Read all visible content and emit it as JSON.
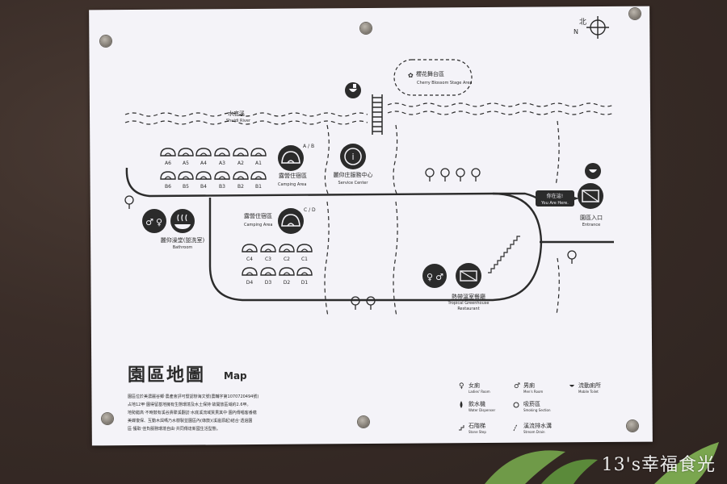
{
  "north": {
    "label": "北",
    "letter": "N"
  },
  "cherry": {
    "zh": "櫻花舞台區",
    "en": "Cherry Blossom Stage Area"
  },
  "river": {
    "zh": "水底溪",
    "en": "Shuidi River"
  },
  "camp_ab": {
    "zh": "露營住宿區",
    "en": "Camping Area",
    "tag": "A / B"
  },
  "camp_cd": {
    "zh": "露營住宿區",
    "en": "Camping Area",
    "tag": "C / D"
  },
  "service": {
    "zh": "麗仰庄服務中心",
    "en": "Service Center"
  },
  "bathroom": {
    "zh": "麗仰澡堂(盥洗室)",
    "en": "Bathroom"
  },
  "here": {
    "zh": "你在這!",
    "en": "You Are Here."
  },
  "entrance": {
    "zh": "園區入口",
    "en": "Entrance"
  },
  "restaurant": {
    "zh": "熱帶溫室餐廳",
    "en": "Tropical Greenhouse Restaurant",
    "en1": "Tropical Greenhouse",
    "en2": "Restaurant"
  },
  "sites_a": [
    "A6",
    "A5",
    "A4",
    "A3",
    "A2",
    "A1"
  ],
  "sites_b": [
    "B6",
    "B5",
    "B4",
    "B3",
    "B2",
    "B1"
  ],
  "sites_c": [
    "C4",
    "C3",
    "C2",
    "C1"
  ],
  "sites_d": [
    "D4",
    "D3",
    "D2",
    "D1"
  ],
  "title": {
    "zh": "園區地圖",
    "en": "Map"
  },
  "description": [
    "園區位於美濃麗谷鄉‧農產會評可暨認辦海文號(農輔字第1070720494號)",
    "占地12甲‧園得留基地擁有生態環境及水土保持‧故開放區域約2.6甲。",
    "地勢錯高‧不時鼓有溪谷貴碟溪翻訪‧水底溪流域質貫其中‧園內傳唱客番蘊",
    "美蝶復保、互動木與嗎乃水樹製並園區內(綠鼓)(溪邊源起)結合‧透過園",
    "區‧獲取‧佳負服務環境自由‧共同傳達新國生活型態。"
  ],
  "legend": [
    {
      "zh": "女廁",
      "en": "Ladies' Room",
      "icon": "female-toilet-icon"
    },
    {
      "zh": "男廁",
      "en": "Men's Room",
      "icon": "male-toilet-icon"
    },
    {
      "zh": "流動廁所",
      "en": "Mobile Toilet",
      "icon": "mobile-toilet-icon"
    },
    {
      "zh": "飲水機",
      "en": "Water Dispenser",
      "icon": "water-drop-icon"
    },
    {
      "zh": "吸菸區",
      "en": "Smoking Section",
      "icon": "smoking-icon"
    },
    {
      "zh": "石階梯",
      "en": "Stone Step",
      "icon": "stairs-icon"
    },
    {
      "zh": "溪流排水溝",
      "en": "Stream Drain",
      "icon": "stream-drain-icon"
    }
  ],
  "watermark": "13's幸福食光",
  "colors": {
    "ink": "#2b2b2b",
    "banner": "#f4f3f8",
    "wall": "#3a2d28"
  }
}
